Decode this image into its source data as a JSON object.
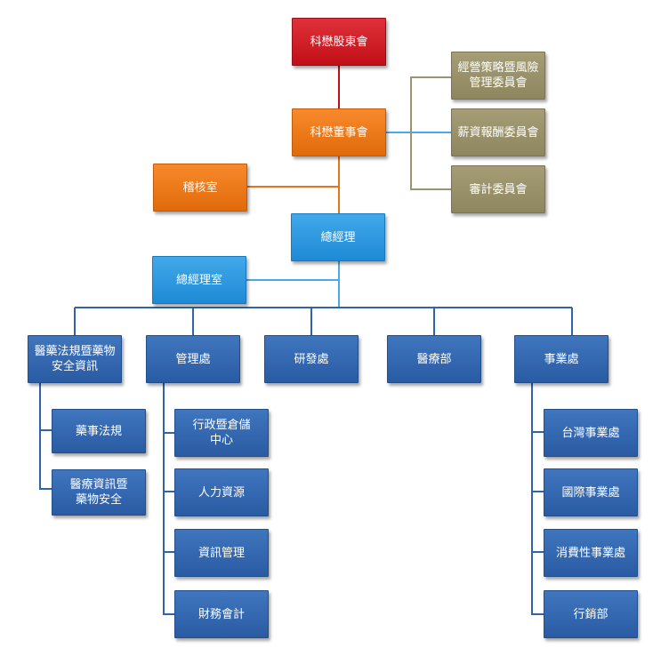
{
  "nodes": {
    "shareholders": "科懋股東會",
    "board": "科懋董事會",
    "strategy_committee": "經營策略暨風險\n管理委員會",
    "compensation_committee": "薪資報酬委員會",
    "audit_committee": "審計委員會",
    "audit_office": "稽核室",
    "gm": "總經理",
    "gm_office": "總經理室",
    "regulatory_dept": "醫藥法規暨藥物\n安全資訊",
    "management_dept": "管理處",
    "rd_dept": "研發處",
    "medical_dept": "醫療部",
    "business_dept": "事業處",
    "pharma_regulations": "藥事法規",
    "medical_info_safety": "醫療資訊暨\n藥物安全",
    "admin_storage": "行政暨倉儲\n中心",
    "hr": "人力資源",
    "it_management": "資訊管理",
    "finance_accounting": "財務會計",
    "taiwan_business": "台灣事業處",
    "intl_business": "國際事業處",
    "consumer_business": "消費性事業處",
    "marketing": "行銷部"
  },
  "colors": {
    "red_connector": "#c00f17",
    "orange_connector": "#e8731a",
    "olive_connector": "#9c9470",
    "cyan_connector": "#4aa9e8",
    "navy_connector": "#2f64ad"
  }
}
